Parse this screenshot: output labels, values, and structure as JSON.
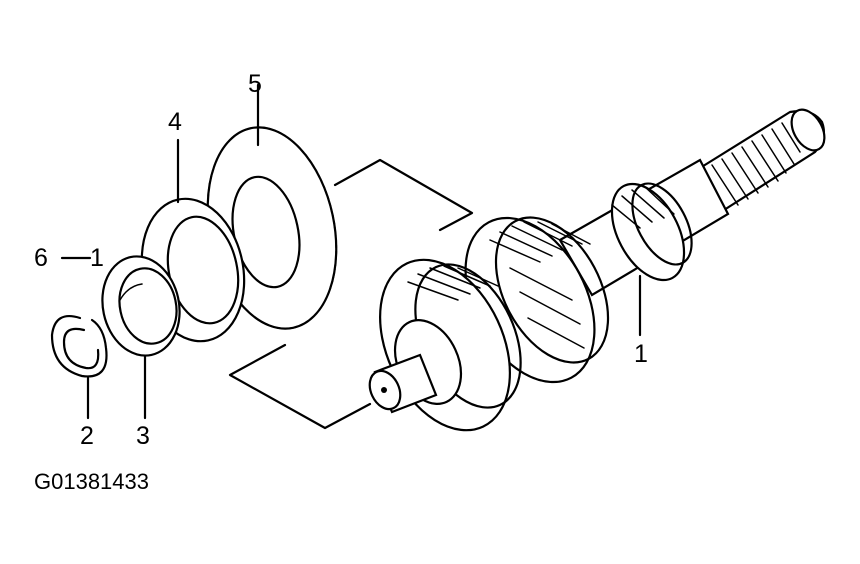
{
  "diagram": {
    "callouts": {
      "c1_a": "1",
      "c1_b": "1",
      "c2": "2",
      "c3": "3",
      "c4": "4",
      "c5": "5",
      "c6": "6"
    },
    "figure_code": "G01381433"
  }
}
